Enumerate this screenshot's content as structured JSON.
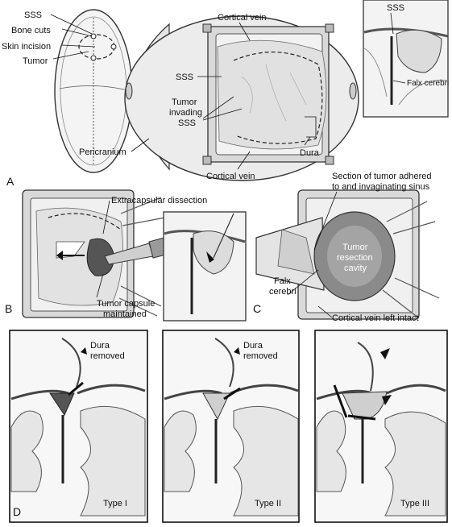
{
  "panels": {
    "a": {
      "letter": "A",
      "labels": {
        "sss_top": "SSS",
        "bone_cuts": "Bone cuts",
        "skin_incision": "Skin incision",
        "tumor": "Tumor",
        "cortical_vein_top": "Cortical vein",
        "sss_mid": "SSS",
        "tumor_invading_1": "Tumor",
        "tumor_invading_2": "invading",
        "tumor_invading_3": "SSS",
        "pericranium": "Pericranium",
        "dura": "Dura",
        "cortical_vein_bottom": "Cortical vein",
        "inset_sss": "SSS",
        "falx_cerebri": "Falx cerebri"
      }
    },
    "b": {
      "letter": "B",
      "labels": {
        "extracapsular_dissection": "Extracapsular dissection",
        "tumor_capsule_1": "Tumor capsule",
        "tumor_capsule_2": "maintained"
      }
    },
    "c": {
      "letter": "C",
      "labels": {
        "section_1": "Section of tumor adhered",
        "section_2": "to and invaginating sinus",
        "resection_1": "Tumor",
        "resection_2": "resection",
        "resection_3": "cavity",
        "falx_1": "Falx",
        "falx_2": "cerebri",
        "cortical_vein_intact": "Cortical vein left intact"
      }
    },
    "d": {
      "letter": "D",
      "types": [
        {
          "dura_label_1": "Dura",
          "dura_label_2": "removed",
          "type_label": "Type I"
        },
        {
          "dura_label_1": "Dura",
          "dura_label_2": "removed",
          "type_label": "Type II"
        },
        {
          "type_label": "Type III"
        }
      ]
    }
  }
}
